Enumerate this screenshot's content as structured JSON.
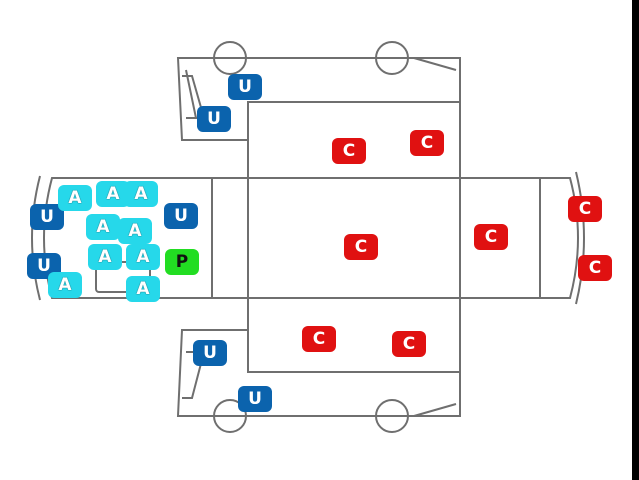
{
  "colors": {
    "outline": "#6f6f6f",
    "fill": "#ffffff",
    "u": "#0b63ad",
    "c": "#e01111",
    "a": "#26d8ea",
    "p": "#22dd22",
    "border": "#000000"
  },
  "markers": {
    "u": [
      {
        "label": "U"
      },
      {
        "label": "U"
      },
      {
        "label": "U"
      },
      {
        "label": "U"
      },
      {
        "label": "U"
      },
      {
        "label": "U"
      },
      {
        "label": "U"
      }
    ],
    "c": [
      {
        "label": "C"
      },
      {
        "label": "C"
      },
      {
        "label": "C"
      },
      {
        "label": "C"
      },
      {
        "label": "C"
      },
      {
        "label": "C"
      },
      {
        "label": "C"
      },
      {
        "label": "C"
      }
    ],
    "a": [
      {
        "label": "A"
      },
      {
        "label": "A"
      },
      {
        "label": "A"
      },
      {
        "label": "A"
      },
      {
        "label": "A"
      },
      {
        "label": "A"
      },
      {
        "label": "A"
      },
      {
        "label": "A"
      },
      {
        "label": "A"
      }
    ],
    "p": [
      {
        "label": "P"
      }
    ]
  }
}
